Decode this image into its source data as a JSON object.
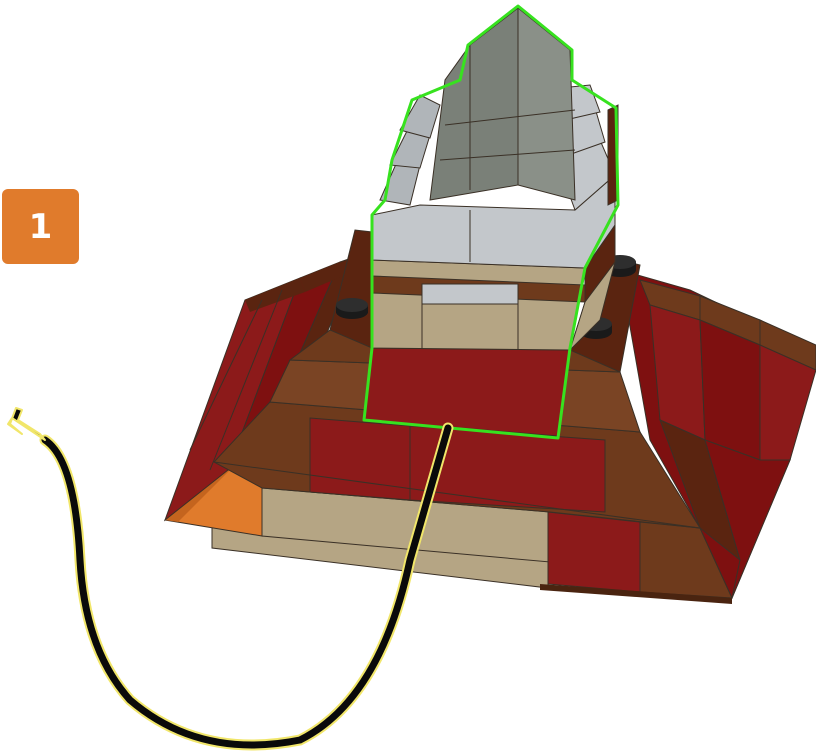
{
  "step": {
    "number": "1"
  },
  "colors": {
    "badge": "#E07B2C",
    "dark_red": "#7E1010",
    "red": "#8C1A1A",
    "brown": "#6E3A1C",
    "reddish_brown": "#5A2410",
    "tan": "#B5A584",
    "light_gray": "#C3C7CB",
    "dark_gray": "#7A8078",
    "orange": "#E07B2C",
    "highlight_green": "#37E21F",
    "cable_black": "#0A0A0A",
    "cable_outline": "#F1E66A"
  },
  "illustration": {
    "subject": "brick-model-roof-assembly",
    "highlighted_part": "roof-top-assembly",
    "attached_part": "light-cable"
  }
}
